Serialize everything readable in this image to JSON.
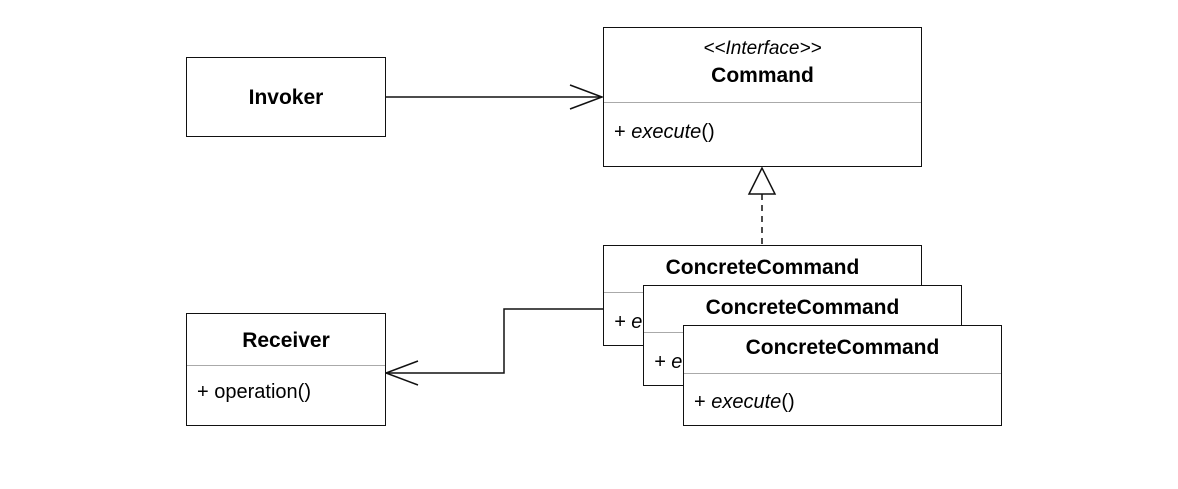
{
  "classes": {
    "invoker": {
      "name": "Invoker"
    },
    "command": {
      "stereotype": "<<Interface>>",
      "name": "Command",
      "operation": {
        "visibility": "+ ",
        "name": "execute",
        "params": "()"
      }
    },
    "receiver": {
      "name": "Receiver",
      "operation": {
        "visibility": "+ ",
        "name": "operation",
        "params": "()"
      }
    },
    "concrete_commands": [
      {
        "name": "ConcreteCommand",
        "operation_visible": "+ e"
      },
      {
        "name": "ConcreteCommand",
        "operation_visible": "+ e"
      },
      {
        "name": "ConcreteCommand",
        "operation": {
          "visibility": "+ ",
          "name": "execute",
          "params": "()"
        }
      }
    ]
  },
  "relationships": [
    {
      "type": "association",
      "from": "Invoker",
      "to": "Command"
    },
    {
      "type": "realization",
      "from": "ConcreteCommand",
      "to": "Command"
    },
    {
      "type": "association",
      "from": "ConcreteCommand",
      "to": "Receiver"
    }
  ],
  "colors": {
    "stroke": "#111111",
    "compartment_divider": "#aaaaaa"
  }
}
